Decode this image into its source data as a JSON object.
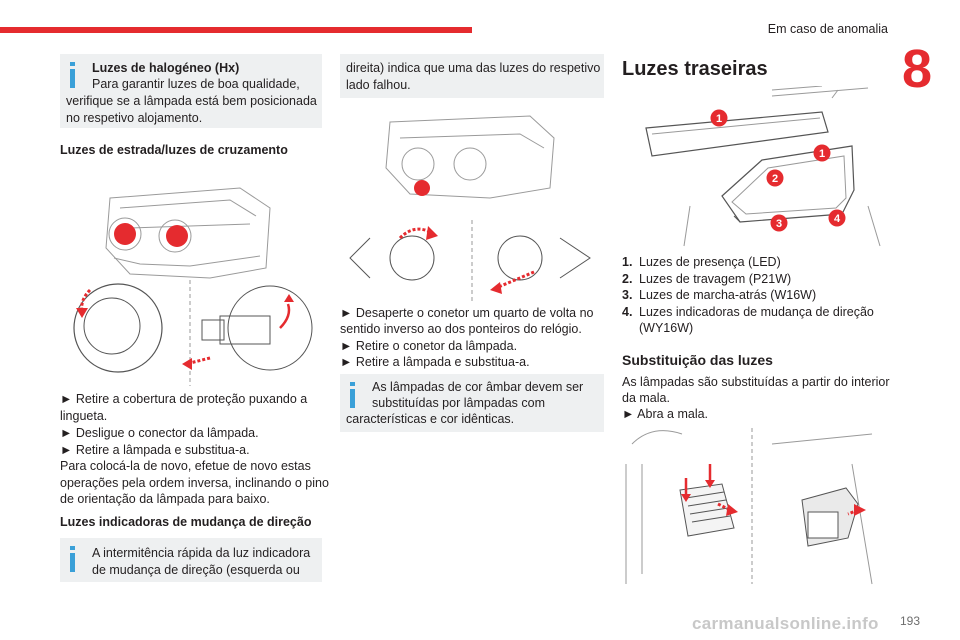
{
  "header": {
    "section": "Em caso de anomalia",
    "chapter_number": "8"
  },
  "col1": {
    "note_halogen": {
      "title": "Luzes de halogéneo (Hx)",
      "text_l1": "Para garantir luzes de boa qualidade,",
      "text_l2": "verifique se a lâmpada está bem posicionada",
      "text_l3": "no respetivo alojamento."
    },
    "heading_main_beam": "Luzes de estrada/luzes de cruzamento",
    "steps": [
      "► Retire a cobertura de proteção puxando a",
      "lingueta.",
      "► Desligue o conector da lâmpada.",
      "► Retire a lâmpada e substitua-a.",
      "Para colocá-la de novo, efetue de novo estas",
      "operações pela ordem inversa, inclinando o pino",
      "de orientação da lâmpada para baixo."
    ],
    "heading_indicators": "Luzes indicadoras de mudança de direção",
    "note_indicator": {
      "l1": "A intermitência rápida da luz indicadora",
      "l2": "de mudança de direção (esquerda ou"
    }
  },
  "col2": {
    "note_cont": {
      "l1": "direita) indica que uma das luzes do respetivo",
      "l2": "lado falhou."
    },
    "steps": [
      "► Desaperte o conetor um quarto de volta no",
      "sentido inverso ao dos ponteiros do relógio.",
      "► Retire o conetor da lâmpada.",
      "► Retire a lâmpada e substitua-a."
    ],
    "note_amber": {
      "l1": "As lâmpadas de cor âmbar devem ser",
      "l2": "substituídas por lâmpadas com",
      "l3": "características e cor idênticas."
    }
  },
  "col3": {
    "title": "Luzes traseiras",
    "callouts": [
      "1",
      "1",
      "2",
      "3",
      "4"
    ],
    "lamps": [
      {
        "num": "1.",
        "text": "Luzes de presença (LED)"
      },
      {
        "num": "2.",
        "text": "Luzes de travagem (P21W)"
      },
      {
        "num": "3.",
        "text": "Luzes de marcha-atrás (W16W)"
      },
      {
        "num": "4.",
        "text": "Luzes indicadoras de mudança de direção"
      }
    ],
    "lamp4_cont": "(WY16W)",
    "subheading": "Substituição das luzes",
    "para_l1": "As lâmpadas são substituídas a partir do interior",
    "para_l2": "da mala.",
    "step": "► Abra a mala."
  },
  "footer": {
    "page": "193",
    "watermark": "carmanualsonline.info"
  },
  "colors": {
    "accent": "#e52b2f",
    "info": "#3aa0d8",
    "note_bg": "#eef0f1"
  }
}
